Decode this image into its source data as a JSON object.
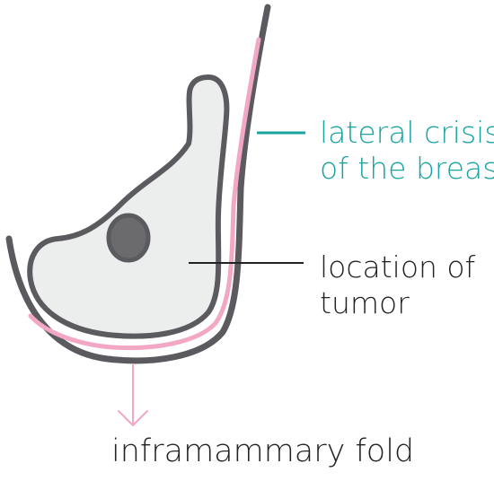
{
  "colors": {
    "outline": "#5a5a5f",
    "gland_fill": "#eceeee",
    "tumor_fill": "#6b6b6e",
    "pink": "#f2a8c4",
    "teal": "#19a3a1",
    "text": "#232323"
  },
  "labels": {
    "lateral_crisis": {
      "line1": "lateral crisis",
      "line2": "of the breast"
    },
    "tumor_location": {
      "line1": "location of",
      "line2": "tumor"
    },
    "inframammary_fold": "inframammary fold"
  }
}
